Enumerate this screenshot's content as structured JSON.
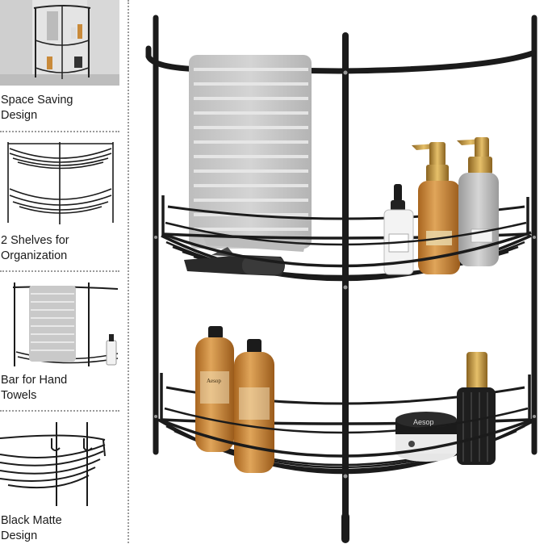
{
  "features": [
    {
      "line1": "Space Saving",
      "line2": "Design",
      "icon": "room-photo"
    },
    {
      "line1": "2 Shelves for",
      "line2": "Organization",
      "icon": "shelf-outline"
    },
    {
      "line1": "Bar for Hand",
      "line2": "Towels",
      "icon": "towel-bar"
    },
    {
      "line1": "Black Matte",
      "line2": "Design",
      "icon": "shelf-closeup"
    }
  ],
  "product_labels": {
    "jar_brand": "Aesop",
    "bottle_brand": "Aesop"
  },
  "colors": {
    "frame": "#1b1b1b",
    "towel": "#c9c9c9",
    "amber": "#c98a3a",
    "gold": "#b8892e",
    "divider": "#9a9a9a"
  }
}
